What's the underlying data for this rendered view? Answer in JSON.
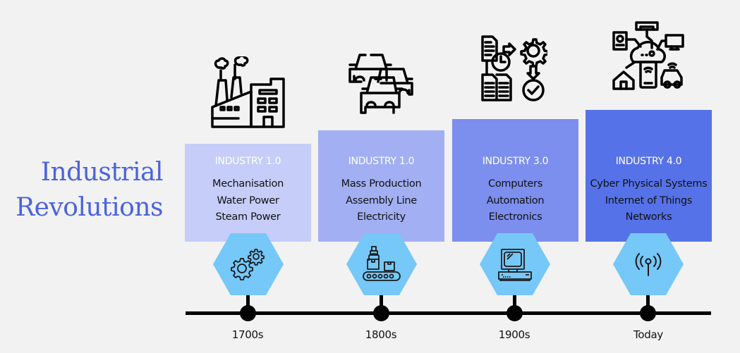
{
  "title": {
    "line1": "Industrial",
    "line2": "Revolutions",
    "color": "#4a63e0"
  },
  "eras": [
    {
      "heading": "INDUSTRY 1.0",
      "items": [
        "Mechanisation",
        "Water Power",
        "Steam Power"
      ],
      "year": "1700s",
      "box_color": "#c5cdf8",
      "top_icon": "factory-icon",
      "hex_icon": "gears-icon"
    },
    {
      "heading": "INDUSTRY 1.0",
      "items": [
        "Mass Production",
        "Assembly Line",
        "Electricity"
      ],
      "year": "1800s",
      "box_color": "#a2aff2",
      "top_icon": "cars-icon",
      "hex_icon": "conveyor-robot-icon"
    },
    {
      "heading": "INDUSTRY 3.0",
      "items": [
        "Computers",
        "Automation",
        "Electronics"
      ],
      "year": "1900s",
      "box_color": "#7c8eee",
      "top_icon": "document-workflow-icon",
      "hex_icon": "computer-icon"
    },
    {
      "heading": "INDUSTRY 4.0",
      "items": [
        "Cyber Physical Systems",
        "Internet of Things",
        "Networks"
      ],
      "year": "Today",
      "box_color": "#5672e8",
      "top_icon": "iot-cloud-icon",
      "hex_icon": "antenna-signal-icon"
    }
  ],
  "colors": {
    "hexagon": "#75c8f8",
    "timeline": "#000000",
    "background": "#f2f2f2"
  }
}
